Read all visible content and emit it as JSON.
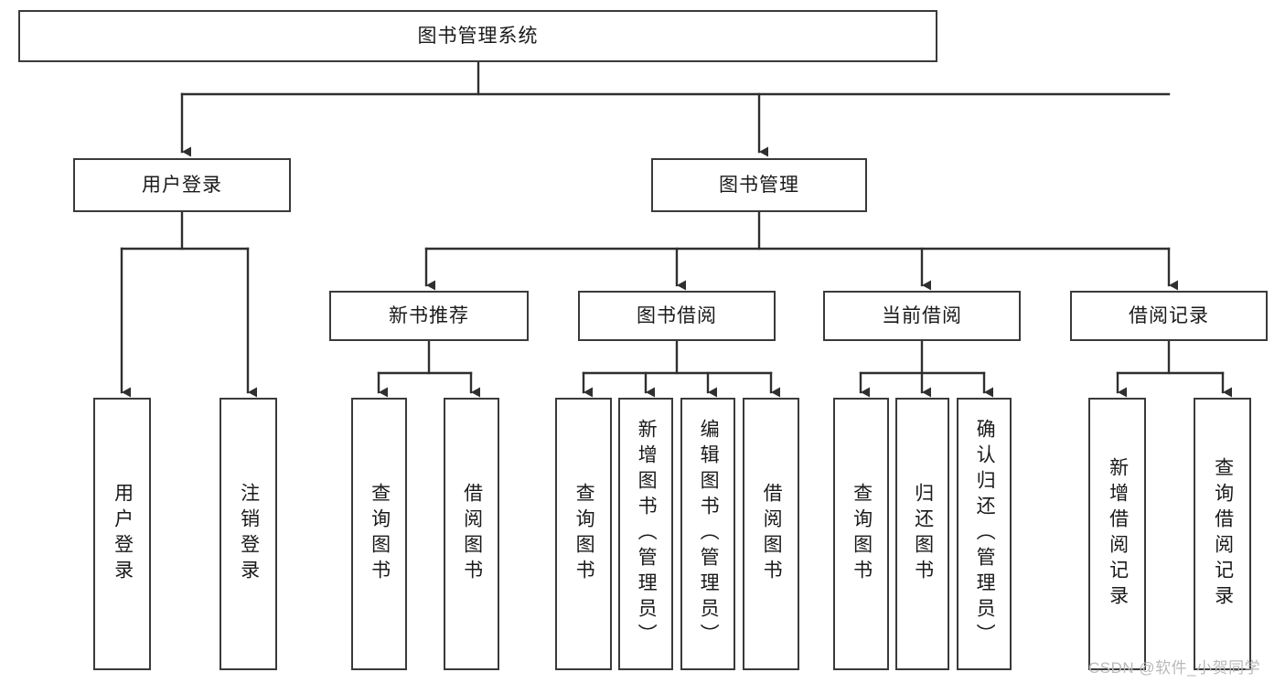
{
  "diagram": {
    "title": "图书管理系统",
    "type": "hierarchy-tree",
    "colors": {
      "box_border": "#3a3a3a",
      "box_fill": "#ffffff",
      "connector": "#2f2f2f",
      "text": "#1a1a1a",
      "watermark": "#b9b9b9",
      "background": "#ffffff"
    },
    "levels": {
      "root": "图书管理系统",
      "level2": [
        "用户登录",
        "图书管理"
      ],
      "level3": [
        "新书推荐",
        "图书借阅",
        "当前借阅",
        "借阅记录"
      ]
    },
    "nodes": {
      "root": {
        "label": "图书管理系统",
        "orientation": "horizontal"
      },
      "user_login": {
        "label": "用户登录",
        "orientation": "horizontal"
      },
      "book_manage": {
        "label": "图书管理",
        "orientation": "horizontal"
      },
      "new_book_rec": {
        "label": "新书推荐",
        "orientation": "horizontal"
      },
      "book_borrow": {
        "label": "图书借阅",
        "orientation": "horizontal"
      },
      "current_borrow": {
        "label": "当前借阅",
        "orientation": "horizontal"
      },
      "borrow_record": {
        "label": "借阅记录",
        "orientation": "horizontal"
      },
      "leaf_user_login": {
        "label": "用户登录",
        "orientation": "vertical"
      },
      "leaf_logout": {
        "label": "注销登录",
        "orientation": "vertical"
      },
      "leaf_query_book_1": {
        "label": "查询图书",
        "orientation": "vertical"
      },
      "leaf_borrow_book_1": {
        "label": "借阅图书",
        "orientation": "vertical"
      },
      "leaf_query_book_2": {
        "label": "查询图书",
        "orientation": "vertical"
      },
      "leaf_add_book": {
        "label": "新增图书（管理员）",
        "orientation": "vertical"
      },
      "leaf_edit_book": {
        "label": "编辑图书（管理员）",
        "orientation": "vertical"
      },
      "leaf_borrow_book_2": {
        "label": "借阅图书",
        "orientation": "vertical"
      },
      "leaf_query_book_3": {
        "label": "查询图书",
        "orientation": "vertical"
      },
      "leaf_return_book": {
        "label": "归还图书",
        "orientation": "vertical"
      },
      "leaf_confirm_return": {
        "label": "确认归还（管理员）",
        "orientation": "vertical"
      },
      "leaf_add_record": {
        "label": "新增借阅记录",
        "orientation": "vertical"
      },
      "leaf_query_record": {
        "label": "查询借阅记录",
        "orientation": "vertical"
      }
    },
    "edges": [
      {
        "from": "root",
        "to": "user_login"
      },
      {
        "from": "root",
        "to": "book_manage"
      },
      {
        "from": "user_login",
        "to": "leaf_user_login"
      },
      {
        "from": "user_login",
        "to": "leaf_logout"
      },
      {
        "from": "book_manage",
        "to": "new_book_rec"
      },
      {
        "from": "book_manage",
        "to": "book_borrow"
      },
      {
        "from": "book_manage",
        "to": "current_borrow"
      },
      {
        "from": "book_manage",
        "to": "borrow_record"
      },
      {
        "from": "new_book_rec",
        "to": "leaf_query_book_1"
      },
      {
        "from": "new_book_rec",
        "to": "leaf_borrow_book_1"
      },
      {
        "from": "book_borrow",
        "to": "leaf_query_book_2"
      },
      {
        "from": "book_borrow",
        "to": "leaf_add_book"
      },
      {
        "from": "book_borrow",
        "to": "leaf_edit_book"
      },
      {
        "from": "book_borrow",
        "to": "leaf_borrow_book_2"
      },
      {
        "from": "current_borrow",
        "to": "leaf_query_book_3"
      },
      {
        "from": "current_borrow",
        "to": "leaf_return_book"
      },
      {
        "from": "current_borrow",
        "to": "leaf_confirm_return"
      },
      {
        "from": "borrow_record",
        "to": "leaf_add_record"
      },
      {
        "from": "borrow_record",
        "to": "leaf_query_record"
      }
    ]
  },
  "watermark": {
    "text": "CSDN @软件_小贺同学"
  }
}
